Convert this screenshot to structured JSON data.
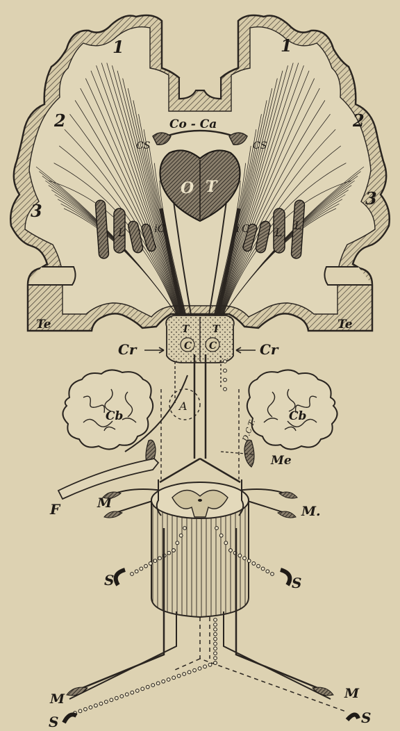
{
  "labels": {
    "gyrus_1_left": "1",
    "gyrus_1_right": "1",
    "gyrus_2_left": "2",
    "gyrus_2_right": "2",
    "gyrus_3_left": "3",
    "gyrus_3_right": "3",
    "corpus_callosum": "Co - Ca",
    "corpus_striatum_left": "CS",
    "corpus_striatum_right": "CS",
    "thalamus_left": "O",
    "thalamus_right": "T",
    "lenticular_left": "L",
    "lenticular_right": "L",
    "lenticular_right_2": "L",
    "internal_capsule_left": "iC",
    "internal_capsule_right": "C",
    "internal_capsule_right_prefix": "i",
    "temporal_left": "Te",
    "temporal_right": "Te",
    "tegmentum_left": "T",
    "tegmentum_right": "T",
    "crusta_left": "C",
    "crusta_right": "C",
    "crus_left": "Cr",
    "crus_right": "Cr",
    "cerebellum_left": "Cb",
    "cerebellum_right": "Cb",
    "aqueduct": "A",
    "dct": "D.C.T.",
    "medulla": "Me",
    "facial": "F",
    "motor_left": "M",
    "motor_right": "M.",
    "sensory_left": "S",
    "sensory_right": "S",
    "motor_bottom_left": "M",
    "motor_bottom_right": "M",
    "sensory_bottom_left": "S",
    "sensory_bottom_right": "S"
  }
}
